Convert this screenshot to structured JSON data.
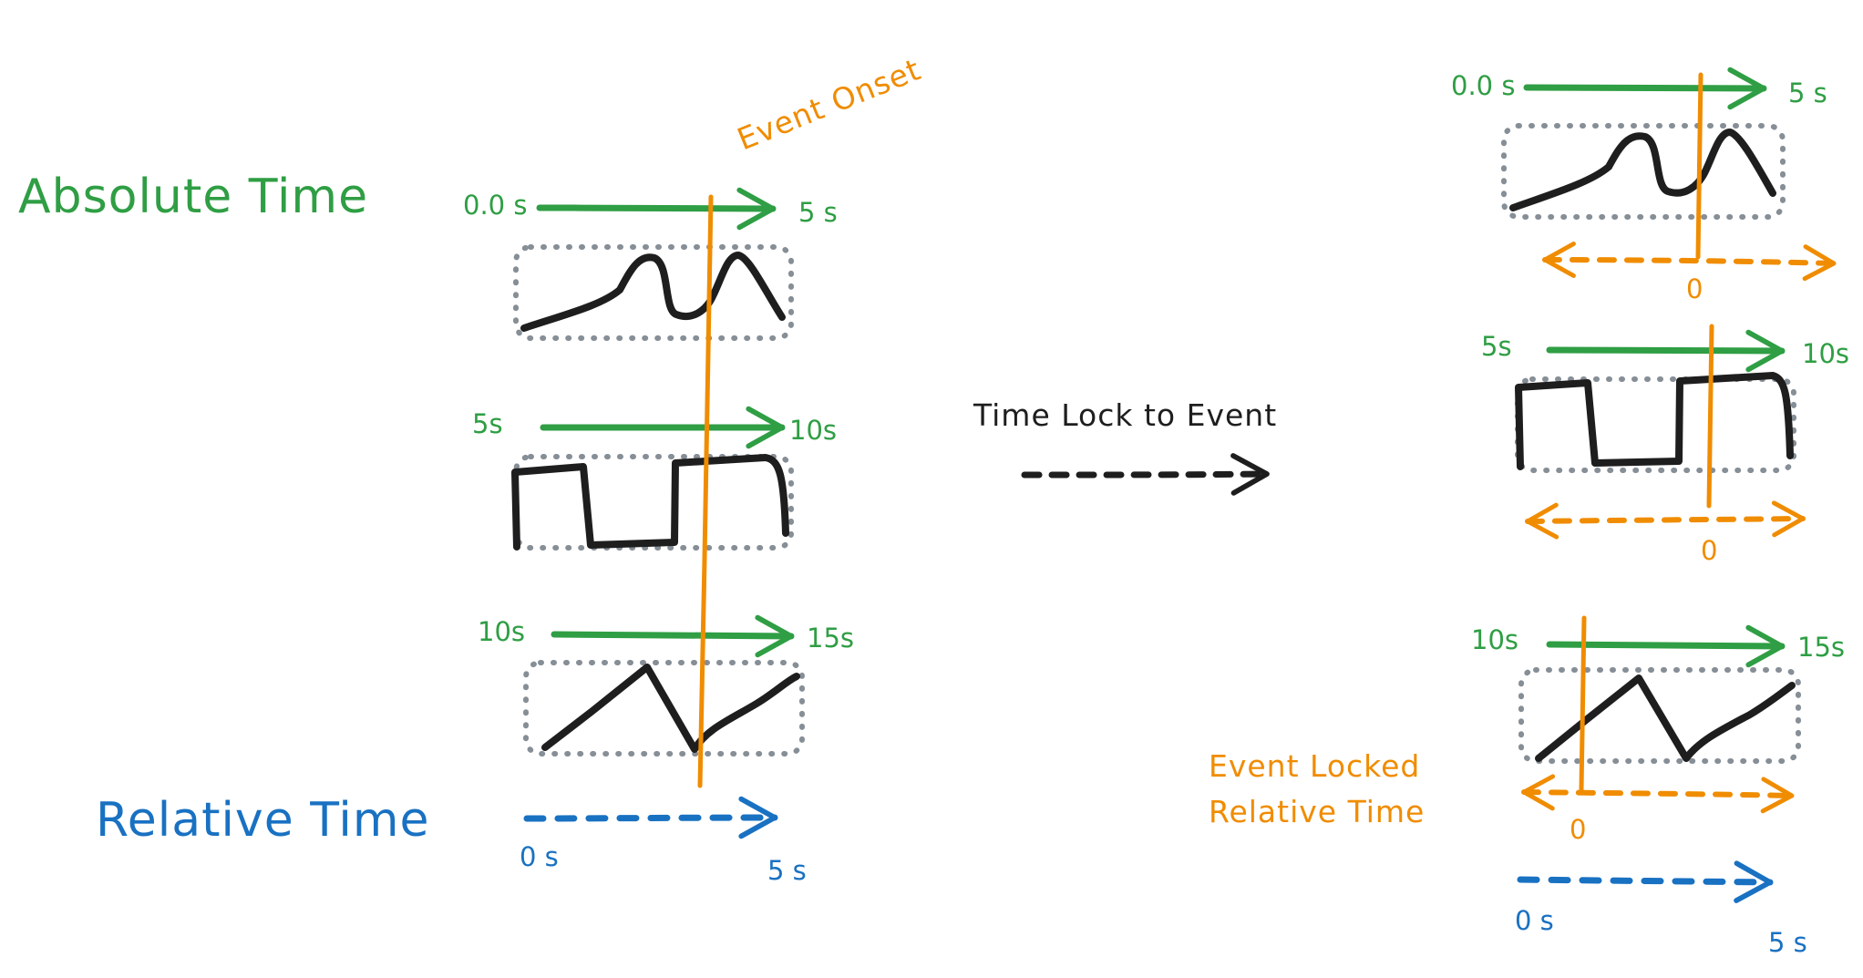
{
  "labels": {
    "absolute_time": "Absolute Time",
    "relative_time": "Relative Time",
    "event_onset": "Event Onset",
    "time_lock": "Time Lock to Event",
    "event_locked_line1": "Event Locked",
    "event_locked_line2": "Relative Time"
  },
  "left": {
    "panels": [
      {
        "start": "0.0 s",
        "end": "5 s"
      },
      {
        "start": "5s",
        "end": "10s"
      },
      {
        "start": "10s",
        "end": "15s"
      }
    ],
    "relative": {
      "start": "0 s",
      "end": "5 s"
    }
  },
  "right": {
    "panels": [
      {
        "start": "0.0 s",
        "end": "5 s",
        "zero": "0"
      },
      {
        "start": "5s",
        "end": "10s",
        "zero": "0"
      },
      {
        "start": "10s",
        "end": "15s",
        "zero": "0"
      }
    ],
    "relative": {
      "start": "0 s",
      "end": "5 s"
    }
  },
  "colors": {
    "green": "#2f9e44",
    "blue": "#1971c2",
    "orange": "#f08c00",
    "black": "#1e1e1e",
    "gray": "#868e96"
  }
}
